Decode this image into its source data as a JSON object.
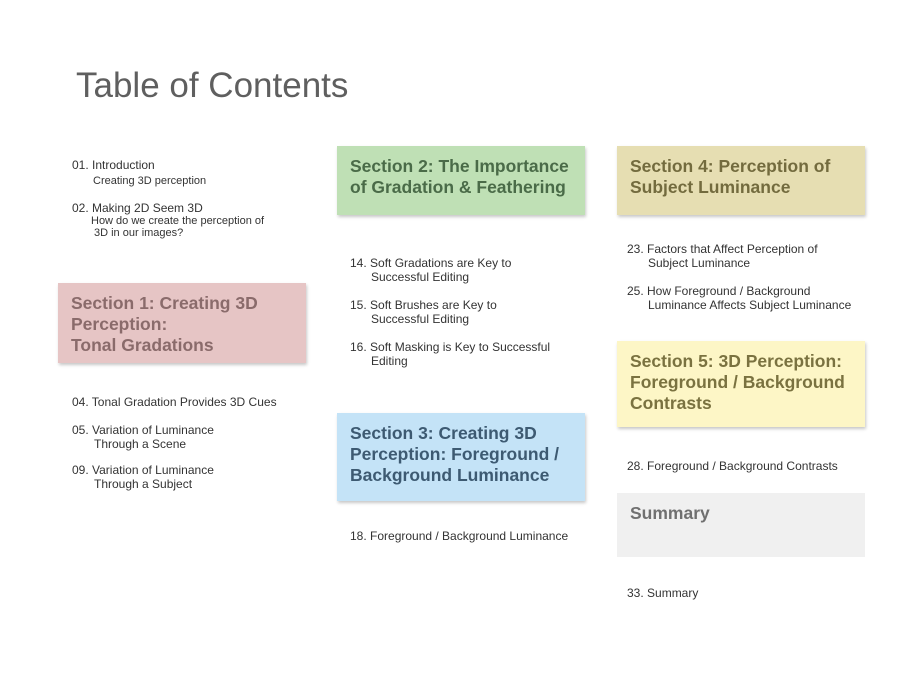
{
  "title": "Table of Contents",
  "colors": {
    "section1_bg": "#e6c5c5",
    "section1_text": "#8a6b6b",
    "section2_bg": "#bfe0b5",
    "section2_text": "#4a6b48",
    "section3_bg": "#c4e3f7",
    "section3_text": "#3d5a72",
    "section4_bg": "#e6deb2",
    "section4_text": "#736b3e",
    "section5_bg": "#fdf6c6",
    "section5_text": "#7a7240",
    "summary_bg": "#f0f0f0",
    "summary_text": "#707070"
  },
  "intro": [
    {
      "label": "01. Introduction",
      "sub": [
        "Creating 3D perception"
      ]
    },
    {
      "label": "02. Making 2D Seem 3D",
      "sub": [
        "How do we create the perception of",
        "3D in our images?"
      ]
    }
  ],
  "section1": {
    "heading": [
      "Section 1: Creating 3D",
      "Perception:",
      "Tonal Gradations"
    ],
    "items": [
      {
        "lines": [
          "04. Tonal Gradation Provides 3D Cues"
        ]
      },
      {
        "lines": [
          "05. Variation of Luminance",
          "Through a Scene"
        ]
      },
      {
        "lines": [
          "09. Variation of Luminance",
          "Through a Subject"
        ]
      }
    ]
  },
  "section2": {
    "heading": [
      "Section 2: The Importance",
      "of Gradation & Feathering"
    ],
    "items": [
      {
        "lines": [
          "14. Soft Gradations are Key to",
          "Successful Editing"
        ]
      },
      {
        "lines": [
          "15. Soft Brushes are Key to",
          "Successful Editing"
        ]
      },
      {
        "lines": [
          "16. Soft Masking is Key to Successful",
          "Editing"
        ]
      }
    ]
  },
  "section3": {
    "heading": [
      "Section 3: Creating 3D",
      "Perception: Foreground /",
      "Background Luminance"
    ],
    "items": [
      {
        "lines": [
          "18. Foreground / Background Luminance"
        ]
      }
    ]
  },
  "section4": {
    "heading": [
      "Section 4: Perception of",
      "Subject Luminance"
    ],
    "items": [
      {
        "lines": [
          "23. Factors that Affect Perception of",
          "Subject Luminance"
        ]
      },
      {
        "lines": [
          "25. How Foreground / Background",
          "Luminance Affects Subject Luminance"
        ]
      }
    ]
  },
  "section5": {
    "heading": [
      "Section 5: 3D Perception:",
      "Foreground / Background",
      "Contrasts"
    ],
    "items": [
      {
        "lines": [
          "28. Foreground / Background Contrasts"
        ]
      }
    ]
  },
  "summary": {
    "heading": [
      "Summary"
    ],
    "items": [
      {
        "lines": [
          "33. Summary"
        ]
      }
    ]
  }
}
